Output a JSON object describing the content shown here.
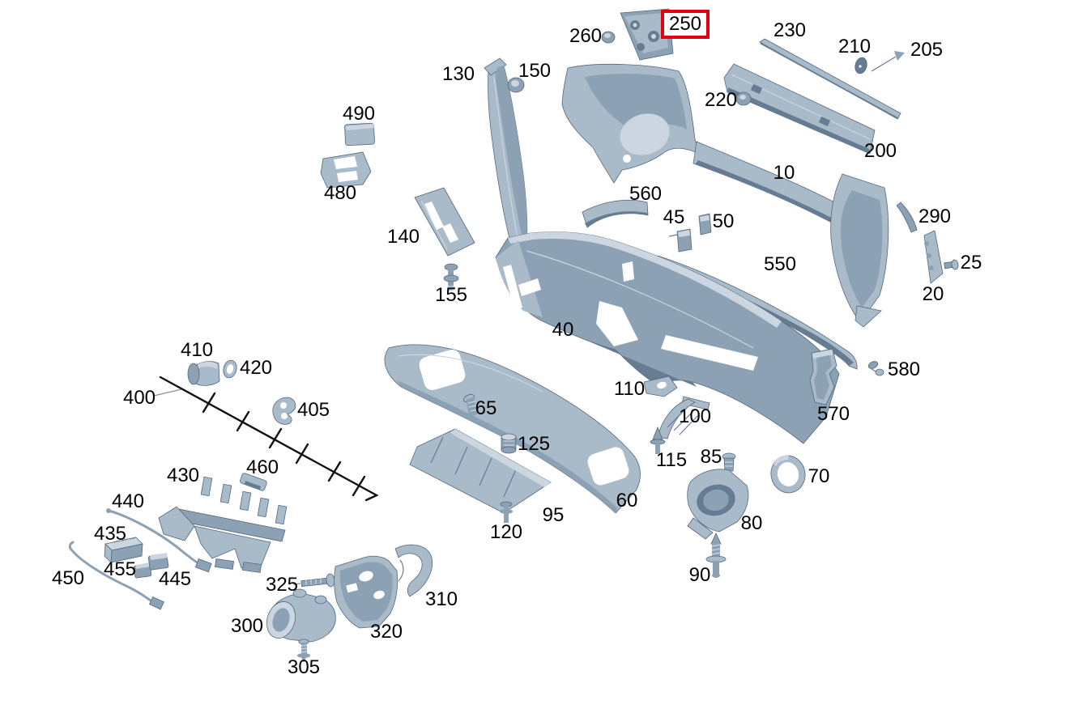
{
  "diagram": {
    "type": "exploded-parts-diagram",
    "subject": "rear bumper assembly",
    "highlighted_label": "250",
    "highlight_color": "#e2000f",
    "part_fill_color": "#a9bac9",
    "labels": [
      "260",
      "250",
      "230",
      "210",
      "205",
      "130",
      "150",
      "220",
      "490",
      "200",
      "10",
      "480",
      "560",
      "45",
      "50",
      "290",
      "140",
      "550",
      "25",
      "20",
      "155",
      "40",
      "410",
      "420",
      "580",
      "110",
      "400",
      "65",
      "405",
      "100",
      "570",
      "125",
      "115",
      "85",
      "460",
      "430",
      "70",
      "60",
      "440",
      "95",
      "80",
      "120",
      "435",
      "90",
      "455",
      "445",
      "450",
      "325",
      "310",
      "300",
      "320",
      "305"
    ]
  }
}
